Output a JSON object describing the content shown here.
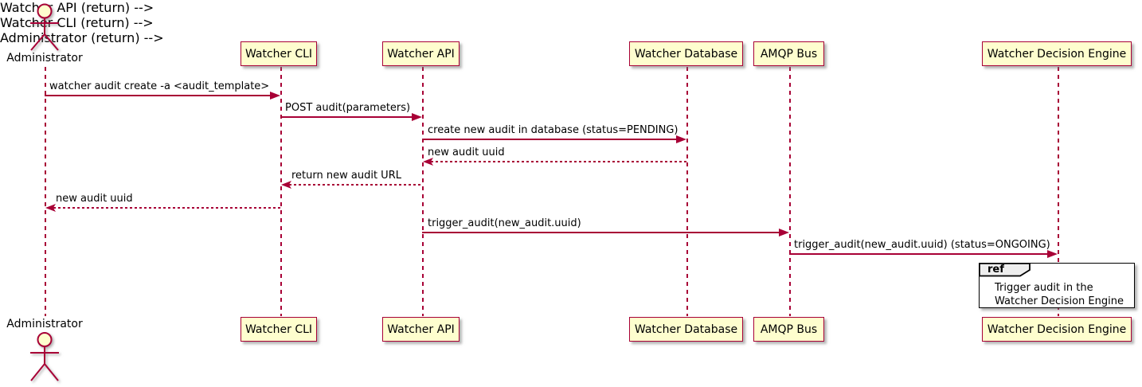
{
  "diagram_type": "uml-sequence-diagram",
  "colors": {
    "participant_fill": "#FEFECE",
    "stroke": "#A80036",
    "text": "#000000",
    "ref_header_fill": "#EEEEEE",
    "ref_border": "#000000",
    "background": "#FFFFFF"
  },
  "actor": {
    "name": "Administrator"
  },
  "participants": [
    {
      "name": "Watcher CLI"
    },
    {
      "name": "Watcher API"
    },
    {
      "name": "Watcher Database"
    },
    {
      "name": "AMQP Bus"
    },
    {
      "name": "Watcher Decision Engine"
    }
  ],
  "messages": [
    {
      "from": "Administrator",
      "to": "Watcher CLI",
      "text": "watcher audit create -a <audit_template>",
      "line": "solid"
    },
    {
      "from": "Watcher CLI",
      "to": "Watcher API",
      "text": "POST audit(parameters)",
      "line": "solid"
    },
    {
      "from": "Watcher API",
      "to": "Watcher Database",
      "text": "create new audit in database (status=PENDING)",
      "line": "solid"
    },
    {
      "from": "Watcher Database",
      "to": "Watcher API",
      "text": "new audit uuid",
      "line": "dashed"
    },
    {
      "from": "Watcher API",
      "to": "Watcher CLI",
      "text": "return new audit URL",
      "line": "dashed"
    },
    {
      "from": "Watcher CLI",
      "to": "Administrator",
      "text": "new audit uuid",
      "line": "dashed"
    },
    {
      "from": "Watcher API",
      "to": "AMQP Bus",
      "text": "trigger_audit(new_audit.uuid)",
      "line": "solid"
    },
    {
      "from": "AMQP Bus",
      "to": "Watcher Decision Engine",
      "text": "trigger_audit(new_audit.uuid) (status=ONGOING)",
      "line": "solid"
    }
  ],
  "ref": {
    "keyword": "ref",
    "lines": [
      "Trigger audit in the",
      "Watcher Decision Engine"
    ],
    "over": "Watcher Decision Engine"
  }
}
